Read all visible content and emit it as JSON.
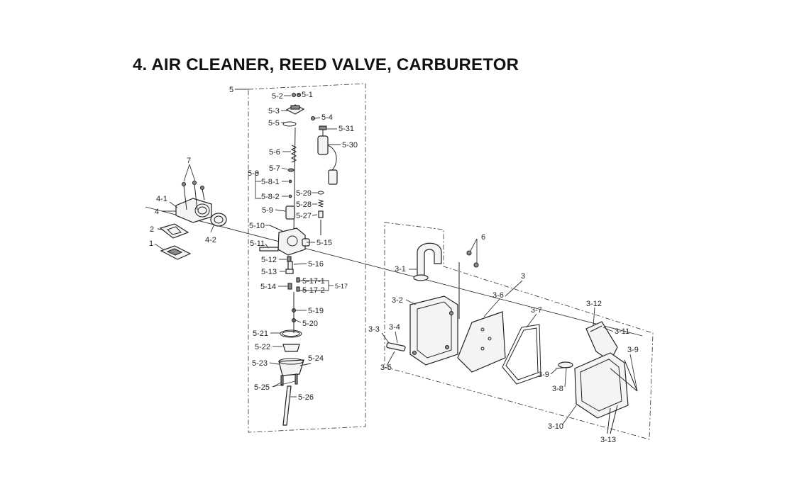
{
  "page": {
    "title": "4. AIR CLEANER, REED VALVE, CARBURETOR"
  },
  "labels": {
    "l5": "5",
    "l5_2": "5-2",
    "l5_1": "5-1",
    "l5_3": "5-3",
    "l5_4": "5-4",
    "l5_5": "5-5",
    "l5_31": "5-31",
    "l5_30": "5-30",
    "l5_6": "5-6",
    "l5_7": "5-7",
    "l5_8": "5-8",
    "l5_8_1": "5-8-1",
    "l5_8_2": "5-8-2",
    "l5_29": "5-29",
    "l5_28": "5-28",
    "l5_27": "5-27",
    "l5_9": "5-9",
    "l5_10": "5-10",
    "l5_15": "5-15",
    "l5_11": "5-11",
    "l5_12": "5-12",
    "l5_16": "5-16",
    "l5_13": "5-13",
    "l5_17_1": "5-17-1",
    "l5_17_2": "5-17-2",
    "l5_17": "5-17",
    "l5_14": "5-14",
    "l5_19": "5-19",
    "l5_20": "5-20",
    "l5_21": "5-21",
    "l5_22": "5-22",
    "l5_23": "5-23",
    "l5_24": "5-24",
    "l5_25": "5-25",
    "l5_26": "5-26",
    "l7": "7",
    "l4_1": "4-1",
    "l4": "4",
    "l4_2": "4-2",
    "l2": "2",
    "l1": "1",
    "l6": "6",
    "l3_1": "3-1",
    "l3": "3",
    "l3_6": "3-6",
    "l3_2": "3-2",
    "l3_7": "3-7",
    "l3_12": "3-12",
    "l3_11": "3-11",
    "l3_3": "3-3",
    "l3_4": "3-4",
    "l3_9a": "3-9",
    "l3_5": "3-5",
    "l3_9b": "3-9",
    "l3_8": "3-8",
    "l3_10": "3-10",
    "l3_13": "3-13"
  }
}
